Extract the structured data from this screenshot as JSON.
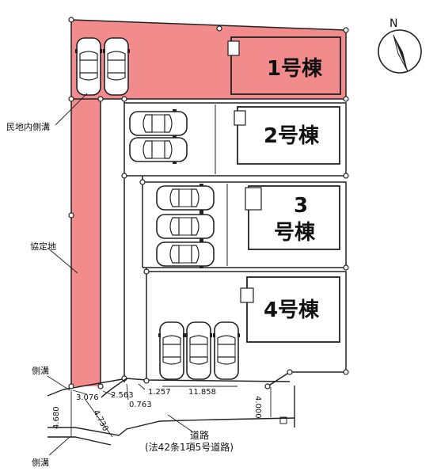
{
  "compass": {
    "north_label": "N"
  },
  "buildings": [
    {
      "line1": "1号棟",
      "line2": ""
    },
    {
      "line1": "2号棟",
      "line2": ""
    },
    {
      "line1": "3",
      "line2": "号棟"
    },
    {
      "line1": "4号棟",
      "line2": ""
    }
  ],
  "labels": {
    "private_gutter": "民地内側溝",
    "agreement_land": "協定地",
    "side_gutter_top": "側溝",
    "side_gutter_bottom": "側溝"
  },
  "dimensions": [
    "3.076",
    "2.563",
    "0.763",
    "1.257",
    "11.858",
    "4.730",
    "4.680",
    "4.000"
  ],
  "road": {
    "line1": "道路",
    "line2": "(法42条1項5号道路)"
  },
  "colors": {
    "agreement_land": "#f28b8b",
    "line": "#222222"
  }
}
